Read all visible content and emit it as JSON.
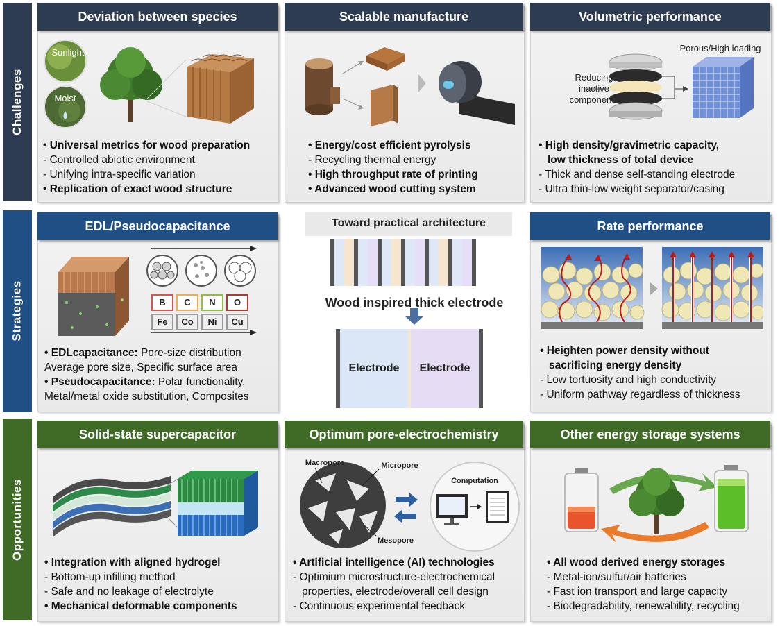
{
  "rows": {
    "challenges": "Challenges",
    "strategies": "Strategies",
    "opportunities": "Opportunities"
  },
  "challenges": {
    "species": {
      "title": "Deviation between species",
      "label_sunlight": "Sunlight",
      "label_moist": "Moist",
      "bullets": [
        "• Universal metrics for wood preparation",
        "- Controlled abiotic environment",
        "- Unifying intra-specific variation",
        "• Replication of exact wood structure"
      ]
    },
    "manufacture": {
      "title": "Scalable manufacture",
      "bullets": [
        "• Energy/cost efficient pyrolysis",
        "- Recycling thermal energy",
        "• High throughput rate of printing",
        "• Advanced wood cutting system"
      ]
    },
    "volumetric": {
      "title": "Volumetric performance",
      "label_porous": "Porous/High loading",
      "label_reducing": [
        "Reducing",
        "inactive",
        "components"
      ],
      "bullets": [
        "• High density/gravimetric capacity,",
        "low thickness of total device",
        "- Thick and dense self-standing electrode",
        "- Ultra thin-low weight separator/casing"
      ]
    }
  },
  "strategies": {
    "edl": {
      "title": "EDL/Pseudocapacitance",
      "elements_top": [
        "B",
        "C",
        "N",
        "O"
      ],
      "elements_bottom": [
        "Fe",
        "Co",
        "Ni",
        "Cu"
      ],
      "element_colors": [
        "#d9534f",
        "#f0ad4e",
        "#8fbf3f",
        "#b0392f"
      ],
      "line1_bold": "• EDLcapacitance:",
      "line1_rest": " Pore-size distribution",
      "line2": "Average pore size, Specific surface area",
      "line3_bold": "• Pseudocapacitance:",
      "line3_rest": " Polar functionality,",
      "line4": "Metal/metal oxide substitution, Composites"
    },
    "center": {
      "title": "Toward practical architecture",
      "subtitle": "Wood inspired thick electrode",
      "electrode_left": "Electrode",
      "electrode_right": "Electrode"
    },
    "rate": {
      "title": "Rate performance",
      "bullets": [
        "• Heighten power density without",
        "sacrificing energy density",
        "- Low tortuosity and high conductivity",
        "- Uniform pathway regardless of thickness"
      ]
    }
  },
  "opportunities": {
    "solid": {
      "title": "Solid-state supercapacitor",
      "bullets": [
        "• Integration with aligned hydrogel",
        "- Bottom-up infilling method",
        "- Safe and no leakage of electrolyte",
        "• Mechanical deformable components"
      ]
    },
    "pore": {
      "title": "Optimum pore-electrochemistry",
      "label_macropore": "Macropore",
      "label_micropore": "Micropore",
      "label_mesopore": "Mesopore",
      "label_computation": "Computation",
      "bullets": [
        "• Artificial intelligence (AI) technologies",
        "- Optimium microstructure-electrochemical",
        "properties, electrode/overall cell design",
        "- Continuous experimental feedback"
      ]
    },
    "other": {
      "title": "Other energy storage systems",
      "bullets": [
        "• All wood derived energy storages",
        "- Metal-ion/sulfur/air batteries",
        "- Fast ion transport and large capacity",
        "- Biodegradability, renewability, recycling"
      ]
    }
  },
  "colors": {
    "challenges": "#2e3c52",
    "strategies": "#1f4f85",
    "opportunities": "#3f6b27"
  }
}
